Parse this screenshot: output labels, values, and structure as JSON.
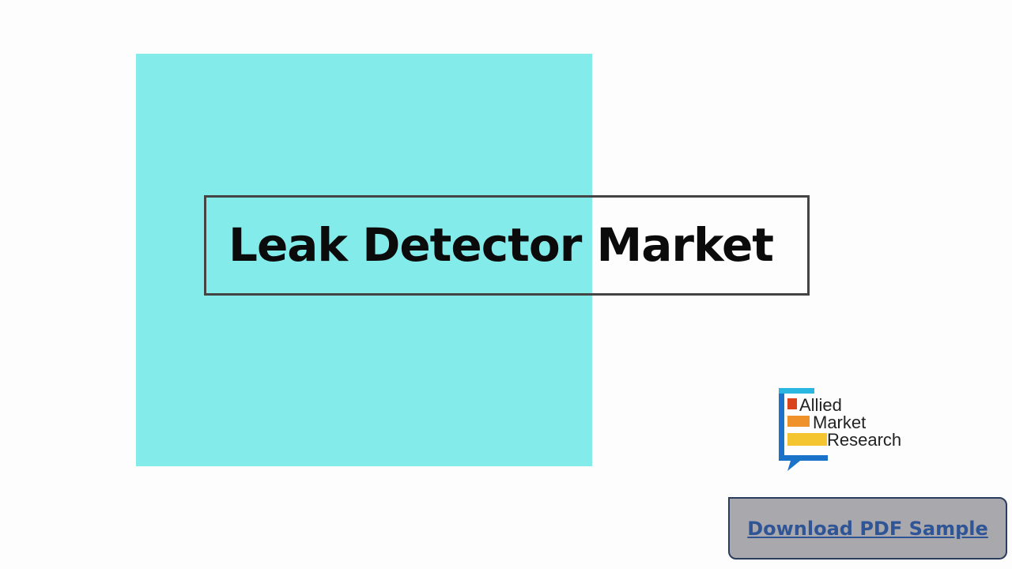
{
  "title": "Leak Detector Market",
  "logo": {
    "line1": "Allied",
    "line2": "Market",
    "line3": "Research"
  },
  "download_button": "Download PDF Sample",
  "colors": {
    "cyan": "#84ebeb",
    "button_bg": "#a9a9ad",
    "link": "#2f5597"
  }
}
